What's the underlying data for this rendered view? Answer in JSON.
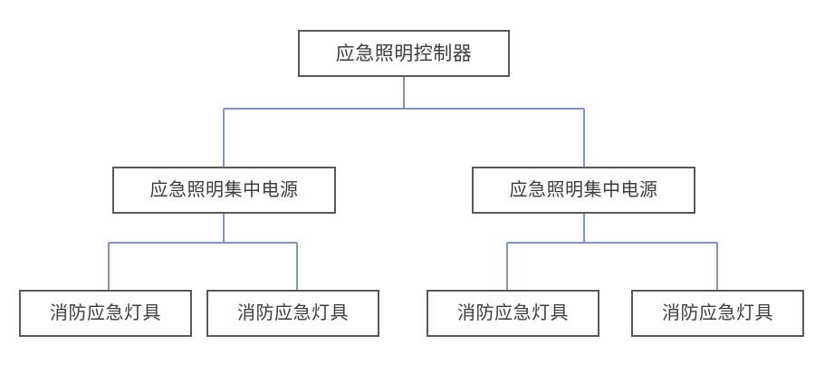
{
  "diagram": {
    "type": "tree-hierarchy",
    "orientation": "top-down",
    "colors": {
      "connector": "#7d95d8",
      "node_border": "#595959",
      "node_fill": "#ffffff",
      "text": "#3c3c3c",
      "background": "#ffffff"
    },
    "root": {
      "label": "应急照明控制器"
    },
    "level2": [
      {
        "label": "应急照明集中电源"
      },
      {
        "label": "应急照明集中电源"
      }
    ],
    "leaves": [
      {
        "label": "消防应急灯具"
      },
      {
        "label": "消防应急灯具"
      },
      {
        "label": "消防应急灯具"
      },
      {
        "label": "消防应急灯具"
      }
    ]
  }
}
